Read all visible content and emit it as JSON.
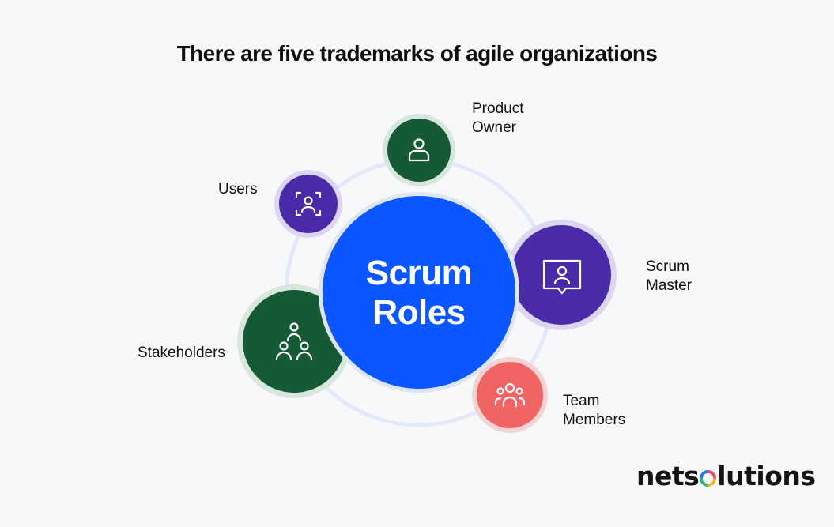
{
  "title": "There are five trademarks of agile organizations",
  "center": {
    "line1": "Scrum",
    "line2": "Roles"
  },
  "roles": [
    {
      "line1": "Product",
      "line2": "Owner",
      "icon": "user-icon",
      "color": "#155a35"
    },
    {
      "line1": "Users",
      "line2": "",
      "icon": "user-focus-icon",
      "color": "#4a2aa8"
    },
    {
      "line1": "Scrum",
      "line2": "Master",
      "icon": "presentation-user-icon",
      "color": "#4a2aa8"
    },
    {
      "line1": "Stakeholders",
      "line2": "",
      "icon": "hierarchy-people-icon",
      "color": "#155a35"
    },
    {
      "line1": "Team",
      "line2": "Members",
      "icon": "team-icon",
      "color": "#f26464"
    }
  ],
  "colors": {
    "center": "#0a57ff",
    "ring": "#e3e8fb",
    "background": "#f7f8fa"
  },
  "brand": {
    "before": "nets",
    "after": "lutions",
    "logo_letter": "o"
  }
}
